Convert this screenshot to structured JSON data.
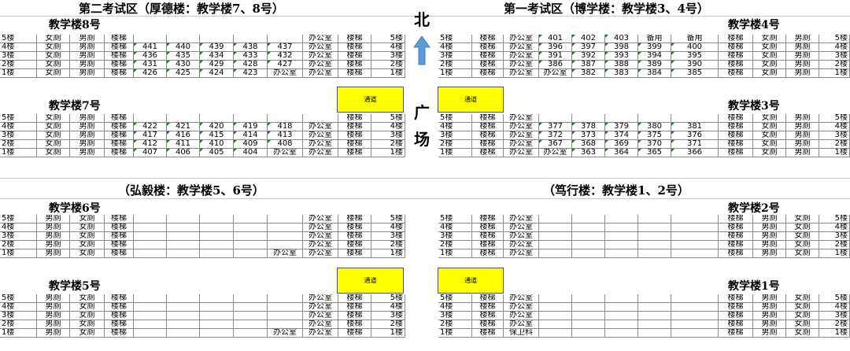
{
  "zone2_title": "第二考试区（厚德楼：教学楼7、8号）",
  "zone1_title": "第一考试区（博学楼：教学楼3、4号）",
  "hongyi_title": "（弘毅楼：教学楼5、6号）",
  "duxing_title": "（笃行楼：教学楼1、2号）",
  "north": "北",
  "plaza_1": "广",
  "plaza_2": "场",
  "exit_label": "通道",
  "buildings": {
    "b8": {
      "name": "教学楼8号",
      "rows": [
        [
          "5楼",
          "女厕",
          "男厕",
          "楼梯",
          "",
          "",
          "",
          "",
          "",
          "办公室",
          "楼梯",
          "5楼"
        ],
        [
          "4楼",
          "女厕",
          "男厕",
          "楼梯",
          "441",
          "440",
          "439",
          "438",
          "437",
          "办公室",
          "楼梯",
          "4楼"
        ],
        [
          "3楼",
          "女厕",
          "男厕",
          "楼梯",
          "436",
          "435",
          "434",
          "433",
          "432",
          "办公室",
          "楼梯",
          "3楼"
        ],
        [
          "2楼",
          "女厕",
          "男厕",
          "楼梯",
          "431",
          "430",
          "429",
          "428",
          "427",
          "办公室",
          "楼梯",
          "2楼"
        ],
        [
          "1楼",
          "女厕",
          "男厕",
          "楼梯",
          "426",
          "425",
          "424",
          "423",
          "办公室",
          "办公室",
          "楼梯",
          "1楼"
        ]
      ]
    },
    "b7": {
      "name": "教学楼7号",
      "rows": [
        [
          "5楼",
          "女厕",
          "男厕",
          "楼梯",
          "",
          "",
          "",
          "",
          "",
          "",
          "楼梯",
          "5楼"
        ],
        [
          "4楼",
          "女厕",
          "男厕",
          "楼梯",
          "422",
          "421",
          "420",
          "419",
          "418",
          "办公室",
          "楼梯",
          "4楼"
        ],
        [
          "3楼",
          "女厕",
          "男厕",
          "楼梯",
          "417",
          "416",
          "415",
          "414",
          "413",
          "办公室",
          "楼梯",
          "3楼"
        ],
        [
          "2楼",
          "女厕",
          "男厕",
          "楼梯",
          "412",
          "411",
          "410",
          "409",
          "408",
          "办公室",
          "楼梯",
          "2楼"
        ],
        [
          "1楼",
          "女厕",
          "男厕",
          "楼梯",
          "407",
          "406",
          "405",
          "404",
          "办公室",
          "办公室",
          "楼梯",
          "1楼"
        ]
      ]
    },
    "b6": {
      "name": "教学楼6号",
      "rows": [
        [
          "5楼",
          "男厕",
          "女厕",
          "楼梯",
          "",
          "",
          "",
          "",
          "",
          "办公室",
          "楼梯",
          "5楼"
        ],
        [
          "4楼",
          "男厕",
          "女厕",
          "楼梯",
          "",
          "",
          "",
          "",
          "",
          "办公室",
          "楼梯",
          "4楼"
        ],
        [
          "3楼",
          "男厕",
          "女厕",
          "楼梯",
          "",
          "",
          "",
          "",
          "",
          "办公室",
          "楼梯",
          "3楼"
        ],
        [
          "2楼",
          "男厕",
          "女厕",
          "楼梯",
          "",
          "",
          "",
          "",
          "",
          "办公室",
          "楼梯",
          "2楼"
        ],
        [
          "1楼",
          "男厕",
          "女厕",
          "楼梯",
          "",
          "",
          "",
          "",
          "办公室",
          "办公室",
          "楼梯",
          "1楼"
        ]
      ]
    },
    "b5": {
      "name": "教学楼5号",
      "rows": [
        [
          "5楼",
          "男厕",
          "女厕",
          "楼梯",
          "",
          "",
          "",
          "",
          "",
          "办公室",
          "楼梯",
          "5楼"
        ],
        [
          "4楼",
          "男厕",
          "女厕",
          "楼梯",
          "",
          "",
          "",
          "",
          "",
          "办公室",
          "楼梯",
          "4楼"
        ],
        [
          "3楼",
          "男厕",
          "女厕",
          "楼梯",
          "",
          "",
          "",
          "",
          "",
          "办公室",
          "楼梯",
          "3楼"
        ],
        [
          "2楼",
          "男厕",
          "女厕",
          "楼梯",
          "",
          "",
          "",
          "",
          "",
          "办公室",
          "楼梯",
          "2楼"
        ],
        [
          "1楼",
          "男厕",
          "女厕",
          "楼梯",
          "",
          "",
          "",
          "",
          "办公室",
          "办公室",
          "楼梯",
          "1楼"
        ]
      ]
    },
    "b4": {
      "name": "教学楼4号",
      "rows": [
        [
          "5楼",
          "楼梯",
          "办公室",
          "401",
          "402",
          "403",
          "备用",
          "备用",
          "楼梯",
          "女厕",
          "男厕",
          "5楼"
        ],
        [
          "4楼",
          "楼梯",
          "办公室",
          "396",
          "397",
          "398",
          "399",
          "400",
          "楼梯",
          "女厕",
          "男厕",
          "4楼"
        ],
        [
          "3楼",
          "楼梯",
          "办公室",
          "391",
          "392",
          "393",
          "394",
          "395",
          "楼梯",
          "女厕",
          "男厕",
          "3楼"
        ],
        [
          "2楼",
          "楼梯",
          "办公室",
          "386",
          "387",
          "388",
          "389",
          "390",
          "楼梯",
          "女厕",
          "男厕",
          "2楼"
        ],
        [
          "1楼",
          "楼梯",
          "办公室",
          "办公室",
          "382",
          "383",
          "384",
          "385",
          "楼梯",
          "女厕",
          "男厕",
          "1楼"
        ]
      ]
    },
    "b3": {
      "name": "教学楼3号",
      "rows": [
        [
          "5楼",
          "楼梯",
          "办公室",
          "",
          "",
          "",
          "",
          "",
          "楼梯",
          "女厕",
          "男厕",
          "5楼"
        ],
        [
          "4楼",
          "楼梯",
          "办公室",
          "377",
          "378",
          "379",
          "380",
          "381",
          "楼梯",
          "女厕",
          "男厕",
          "4楼"
        ],
        [
          "3楼",
          "楼梯",
          "办公室",
          "372",
          "373",
          "374",
          "375",
          "376",
          "楼梯",
          "女厕",
          "男厕",
          "3楼"
        ],
        [
          "2楼",
          "楼梯",
          "办公室",
          "367",
          "368",
          "369",
          "370",
          "371",
          "楼梯",
          "女厕",
          "男厕",
          "2楼"
        ],
        [
          "1楼",
          "楼梯",
          "办公室",
          "办公室",
          "363",
          "364",
          "365",
          "366",
          "楼梯",
          "女厕",
          "男厕",
          "1楼"
        ]
      ]
    },
    "b2": {
      "name": "教学楼2号",
      "rows": [
        [
          "5楼",
          "楼梯",
          "办公室",
          "",
          "",
          "",
          "",
          "",
          "楼梯",
          "男厕",
          "女厕",
          "5楼"
        ],
        [
          "4楼",
          "楼梯",
          "办公室",
          "",
          "",
          "",
          "",
          "",
          "楼梯",
          "男厕",
          "女厕",
          "4楼"
        ],
        [
          "3楼",
          "楼梯",
          "办公室",
          "",
          "",
          "",
          "",
          "",
          "楼梯",
          "男厕",
          "女厕",
          "3楼"
        ],
        [
          "2楼",
          "楼梯",
          "办公室",
          "",
          "",
          "",
          "",
          "",
          "楼梯",
          "男厕",
          "女厕",
          "2楼"
        ],
        [
          "1楼",
          "楼梯",
          "办公室",
          "",
          "",
          "",
          "",
          "",
          "楼梯",
          "男厕",
          "女厕",
          "1楼"
        ]
      ]
    },
    "b1": {
      "name": "教学楼1号",
      "rows": [
        [
          "5楼",
          "楼梯",
          "办公室",
          "",
          "",
          "",
          "",
          "",
          "楼梯",
          "男厕",
          "女厕",
          "5楼"
        ],
        [
          "4楼",
          "楼梯",
          "办公室",
          "",
          "",
          "",
          "",
          "",
          "楼梯",
          "男厕",
          "女厕",
          "4楼"
        ],
        [
          "3楼",
          "楼梯",
          "办公室",
          "",
          "",
          "",
          "",
          "",
          "楼梯",
          "男厕",
          "女厕",
          "3楼"
        ],
        [
          "2楼",
          "楼梯",
          "办公室",
          "",
          "",
          "",
          "",
          "",
          "楼梯",
          "男厕",
          "女厕",
          "2楼"
        ],
        [
          "1楼",
          "楼梯",
          "保卫科",
          "",
          "",
          "",
          "",
          "",
          "楼梯",
          "男厕",
          "女厕",
          "1楼"
        ]
      ]
    }
  },
  "colors": {
    "exit": "#ffff00",
    "arrow": "#5b9bd5",
    "corner_mark": "#1a7a1a",
    "grid": "#8a8a8a"
  }
}
